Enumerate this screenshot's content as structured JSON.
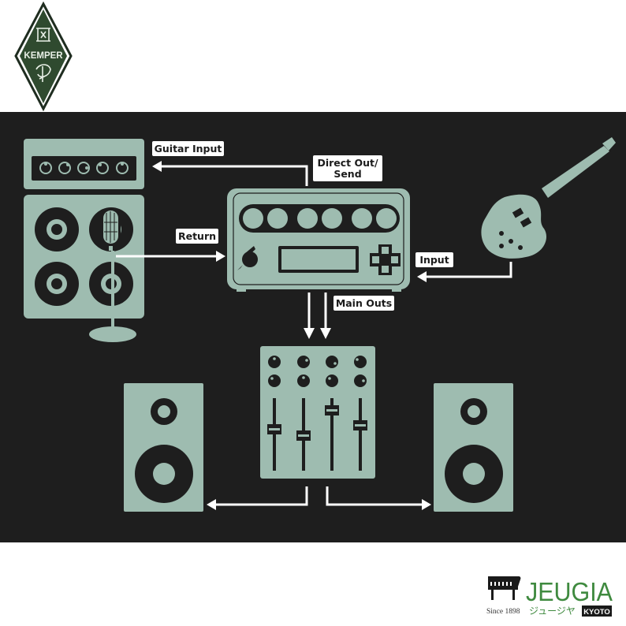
{
  "logo": {
    "text": "KEMPER",
    "lettering": "KEMPER"
  },
  "diagram": {
    "colors": {
      "background": "#1e1e1e",
      "device": "#9ebcb0",
      "dark": "#1e1e1e",
      "arrow": "#ffffff",
      "label_bg": "#ffffff"
    },
    "labels": {
      "guitar_input": "Guitar Input",
      "direct_out_line1": "Direct Out/",
      "direct_out_line2": "Send",
      "return": "Return",
      "input": "Input",
      "main_outs": "Main Outs"
    }
  },
  "footer": {
    "brand": "JEUGIA",
    "since": "Since 1898",
    "katakana": "ジュージヤ",
    "city": "KYOTO",
    "brand_color": "#3f8a3f"
  }
}
